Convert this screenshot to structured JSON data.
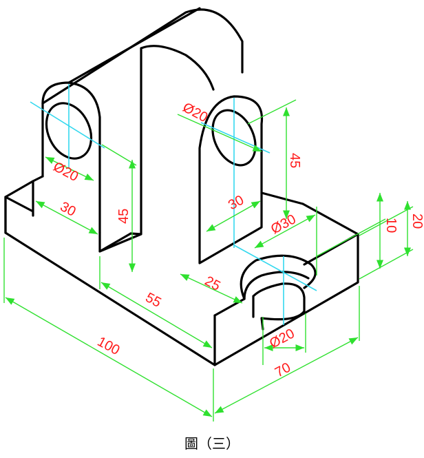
{
  "caption": "圖（三）",
  "dimensions": {
    "top_hole_left_dia": "Ø20",
    "top_hole_right_dia": "Ø20",
    "width_30_left": "30",
    "width_30_right": "30",
    "height_45_left": "45",
    "height_45_right": "45",
    "counterbore_dia": "Ø30",
    "through_hole_dia": "Ø20",
    "depth_25": "25",
    "length_55": "55",
    "length_100": "100",
    "width_70": "70",
    "height_10": "10",
    "height_20": "20"
  },
  "colors": {
    "object_lines": "#000000",
    "dimension_lines": "#2fe02f",
    "center_lines": "#33d8ee",
    "dimension_text": "#ff1a1a"
  }
}
